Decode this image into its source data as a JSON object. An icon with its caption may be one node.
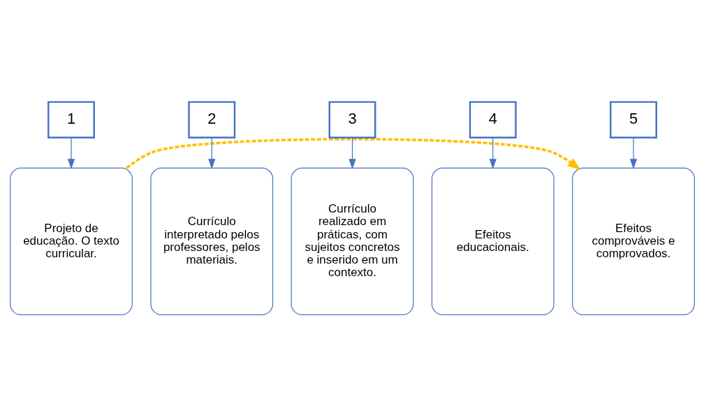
{
  "diagram": {
    "nodes": [
      {
        "text": [
          "1"
        ]
      },
      {
        "text": [
          "Projeto de educação. O texto curricular."
        ]
      },
      {
        "text": [
          "2"
        ]
      },
      {
        "text": [
          "Currículo interpretado pelos professores, pelos materiais."
        ]
      },
      {
        "text": [
          "3"
        ]
      },
      {
        "text": [
          "Currículo realizado em práticas, com sujeitos concretos e inserido em um contexto."
        ]
      },
      {
        "text": [
          "4"
        ]
      },
      {
        "text": [
          "Efeitos educacionais."
        ]
      },
      {
        "text": [
          "5"
        ]
      },
      {
        "text": [
          "Efeitos comprováveis e comprovados."
        ]
      }
    ],
    "edges": [
      {
        "from": 0,
        "to": 1,
        "arrow": "to"
      },
      {
        "from": 2,
        "to": 3,
        "arrow": "to"
      },
      {
        "from": 4,
        "to": 5,
        "arrow": "to"
      },
      {
        "from": 6,
        "to": 7,
        "arrow": "to"
      },
      {
        "from": 8,
        "to": 9,
        "arrow": "to"
      },
      {
        "from": 1,
        "to": 9,
        "arrow": "to",
        "style": "dashed",
        "color": "#ffc000"
      }
    ]
  }
}
